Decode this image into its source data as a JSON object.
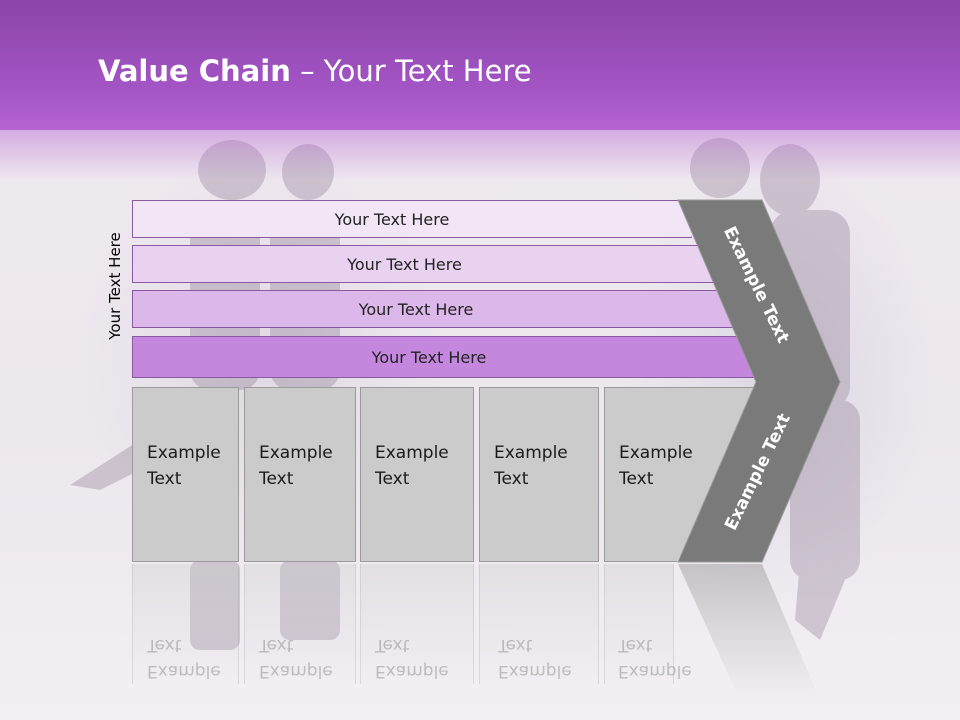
{
  "slide": {
    "title_bold": "Value Chain",
    "title_rest": " – Your Text Here",
    "side_label": "Your Text Here"
  },
  "bars": [
    {
      "label": "Your Text Here",
      "color": "#f2e6f6"
    },
    {
      "label": "Your Text Here",
      "color": "#e8d2f0"
    },
    {
      "label": "Your Text Here",
      "color": "#dcb8ea"
    },
    {
      "label": "Your Text Here",
      "color": "#c587dd"
    }
  ],
  "boxes": [
    {
      "line1": "Example",
      "line2": "Text"
    },
    {
      "line1": "Example",
      "line2": "Text"
    },
    {
      "line1": "Example",
      "line2": "Text"
    },
    {
      "line1": "Example",
      "line2": "Text"
    },
    {
      "line1": "Example",
      "line2": "Text"
    }
  ],
  "chevron": {
    "upper_text": "Example Text",
    "lower_text": "Example Text",
    "color": "#7a7a7a"
  },
  "colors": {
    "header": "#a455c6",
    "box": "#cbcbcb"
  }
}
